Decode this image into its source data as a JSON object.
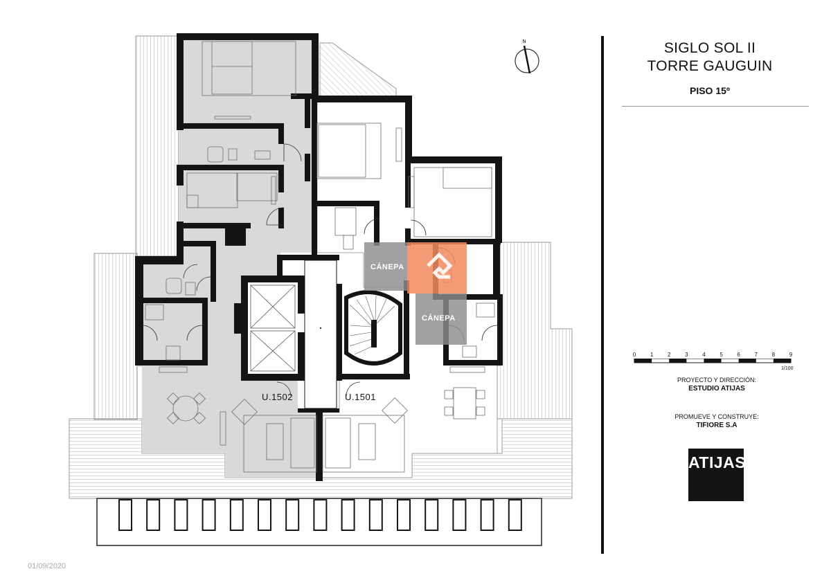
{
  "project": {
    "name_line1": "SIGLO SOL II",
    "name_line2": "TORRE GAUGUIN",
    "floor": "PISO 15º"
  },
  "scale": {
    "ticks": [
      "0",
      "1",
      "2",
      "3",
      "4",
      "5",
      "6",
      "7",
      "8",
      "9"
    ],
    "ratio": "1/100"
  },
  "credits": {
    "project_label": "PROYECTO Y DIRECCIÓN:",
    "project_value": "ESTUDIO ATIJAS",
    "builder_label": "PROMUEVE Y CONSTRUYE:",
    "builder_value": "TIFIORE S.A"
  },
  "logo": "ATIJAS",
  "date": "01/09/2020",
  "units": [
    "U.1502",
    "U.1501"
  ],
  "watermark": "CÁNEPA",
  "compass_label": "N",
  "colors": {
    "wall": "#141414",
    "unit_1502_fill": "#d9d9d9",
    "terrace_hatch": "#b8b8b8",
    "watermark_gray": "#8c8c8c",
    "watermark_orange": "#f08a5d"
  }
}
